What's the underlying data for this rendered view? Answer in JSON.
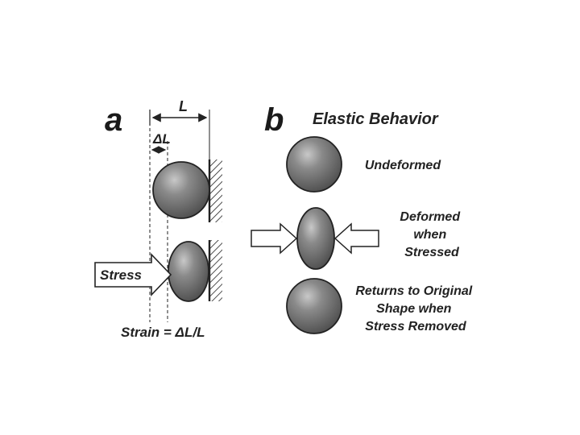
{
  "panel_a": {
    "letter": "a",
    "length_label": "L",
    "delta_label": "ΔL",
    "stress_label": "Stress",
    "strain_label": "Strain = ΔL/L"
  },
  "panel_b": {
    "letter": "b",
    "title": "Elastic Behavior",
    "states": [
      {
        "lines": [
          "Undeformed"
        ]
      },
      {
        "lines": [
          "Deformed",
          "when",
          "Stressed"
        ]
      },
      {
        "lines": [
          "Returns to Original",
          "Shape when",
          "Stress Removed"
        ]
      }
    ]
  },
  "colors": {
    "ink": "#222222",
    "ball_fill": "#6e6e6e",
    "ball_highlight": "#c8c8c8",
    "background": "#ffffff"
  }
}
